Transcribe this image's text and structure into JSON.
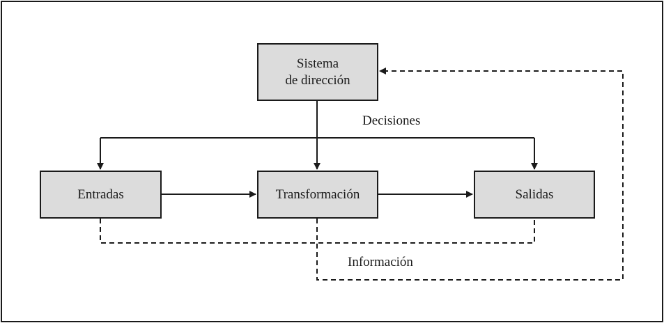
{
  "diagram": {
    "nodes": {
      "sistema": {
        "line1": "Sistema",
        "line2": "de dirección"
      },
      "entradas": {
        "label": "Entradas"
      },
      "transformacion": {
        "label": "Transformación"
      },
      "salidas": {
        "label": "Salidas"
      }
    },
    "edge_labels": {
      "decisiones": "Decisiones",
      "informacion": "Información"
    },
    "colors": {
      "box_fill": "#dcdcdc",
      "stroke": "#1a1a1a"
    }
  }
}
